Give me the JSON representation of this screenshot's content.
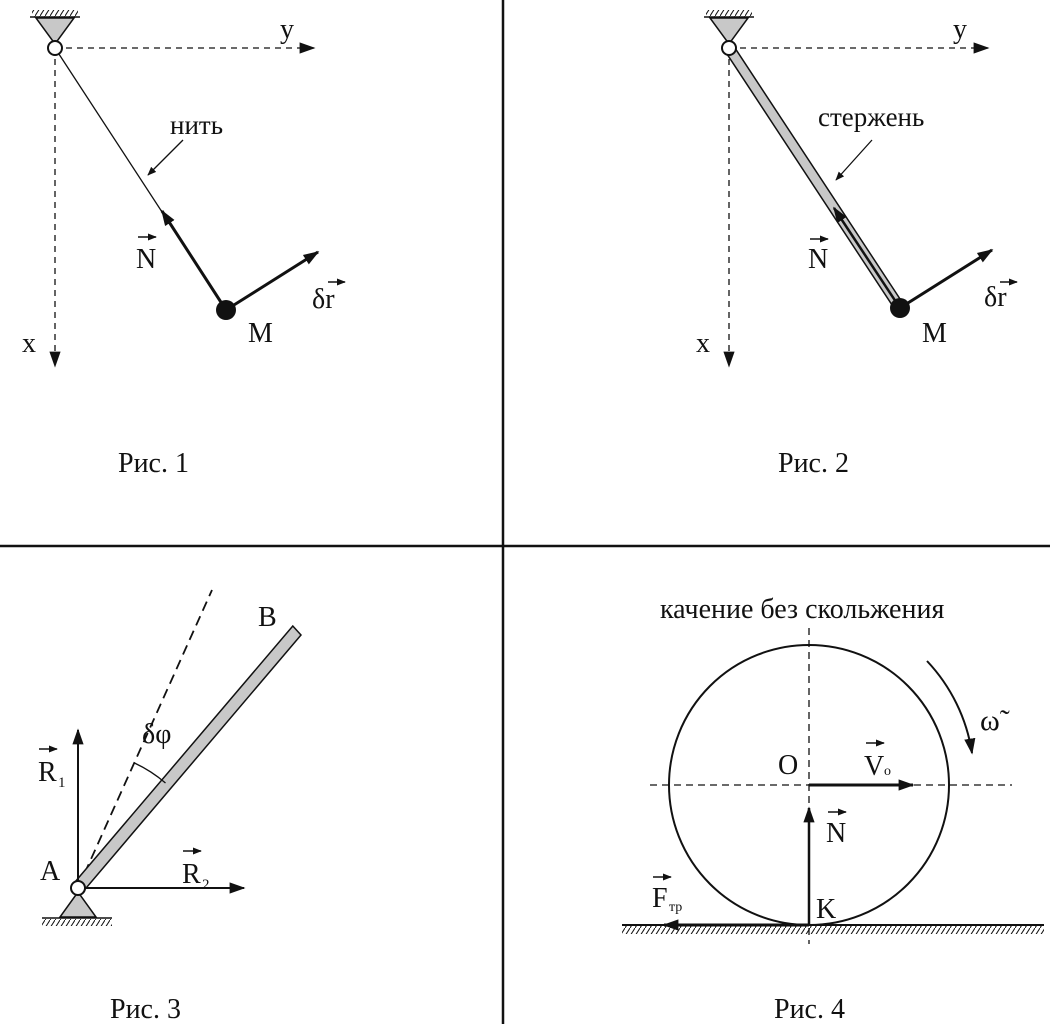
{
  "fig1": {
    "caption": "Рис. 1",
    "axis_x": "x",
    "axis_y": "y",
    "thread_label": "нить",
    "force_N": "N",
    "point_M": "M",
    "delta_r": "δr"
  },
  "fig2": {
    "caption": "Рис. 2",
    "axis_x": "x",
    "axis_y": "y",
    "rod_label": "стержень",
    "force_N": "N",
    "point_M": "M",
    "delta_r": "δr"
  },
  "fig3": {
    "caption": "Рис. 3",
    "point_A": "A",
    "point_B": "B",
    "R1_main": "R",
    "R1_sub": "1",
    "R2_main": "R",
    "R2_sub": "2",
    "delta_phi": "δφ"
  },
  "fig4": {
    "caption": "Рис. 4",
    "title": "качение без скольжения",
    "point_O": "O",
    "point_K": "K",
    "V_main": "V",
    "V_sub": "o",
    "force_N": "N",
    "F_main": "F",
    "F_sub": "тр",
    "omega": "ω̃"
  },
  "colors": {
    "ink": "#111111",
    "rod_fill": "#c8c8c8"
  }
}
